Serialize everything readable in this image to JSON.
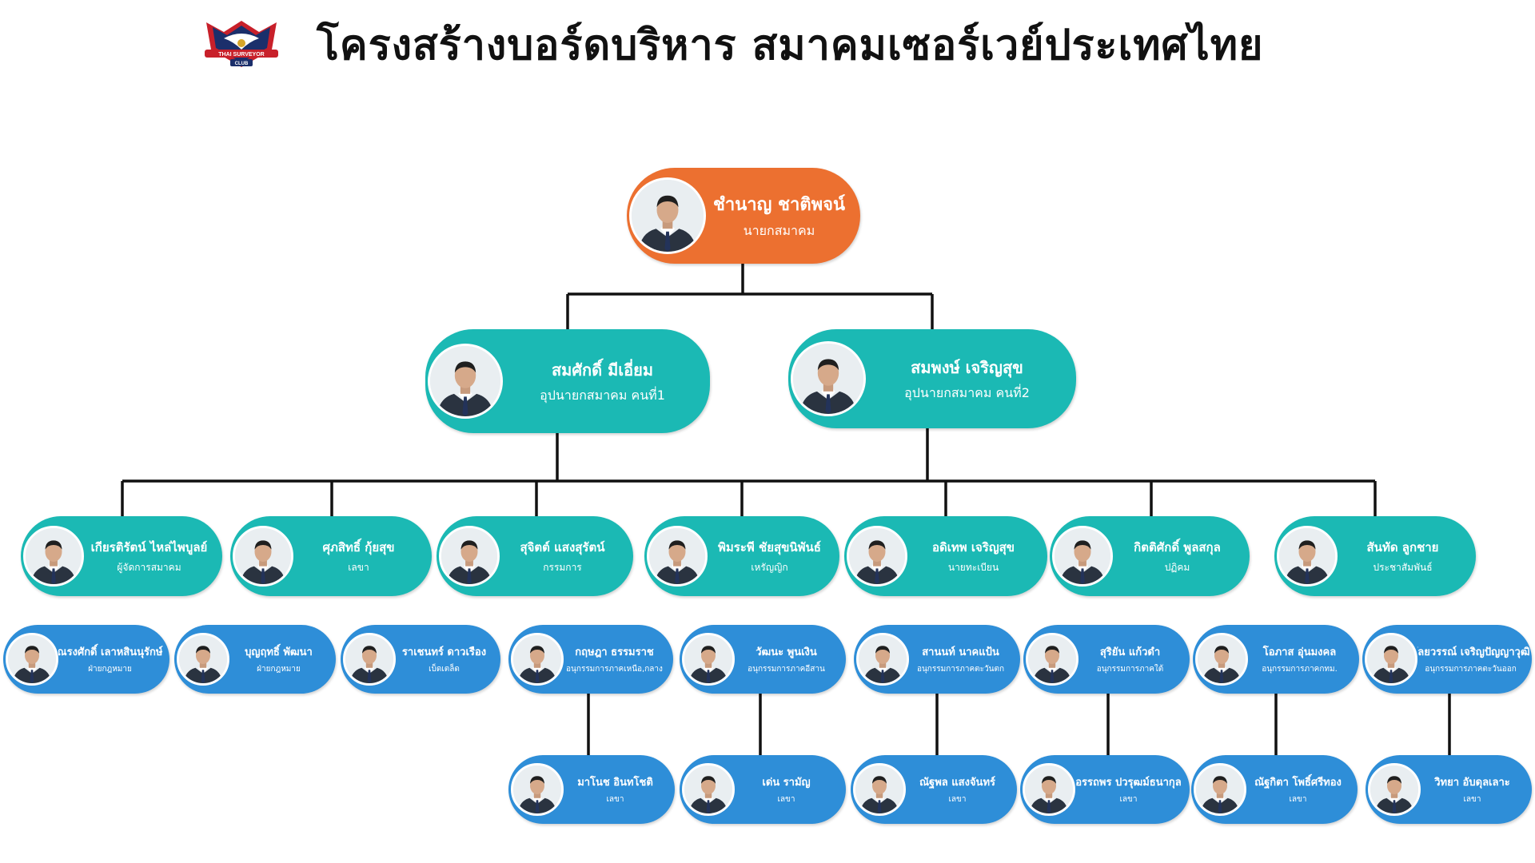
{
  "title": "โครงสร้างบอร์ดบริหาร สมาคมเซอร์เวย์ประเทศไทย",
  "logo": {
    "text_top": "THAI SURVEYOR",
    "text_bottom": "CLUB",
    "colors": {
      "red": "#c8202a",
      "navy": "#1b2f6b",
      "gold": "#d8a62a"
    }
  },
  "colors": {
    "orange": "#ec7030",
    "teal": "#1bb9b4",
    "blue": "#2e8ed8",
    "line": "#111111"
  },
  "president": {
    "name": "ชำนาญ ชาติพจน์",
    "role": "นายกสมาคม"
  },
  "vice": [
    {
      "name": "สมศักดิ์ มีเอี่ยม",
      "role": "อุปนายกสมาคม คนที่1"
    },
    {
      "name": "สมพงษ์ เจริญสุข",
      "role": "อุปนายกสมาคม คนที่2"
    }
  ],
  "committee": [
    {
      "name": "เกียรติรัตน์ ไหล่ไพบูลย์",
      "role": "ผู้จัดการสมาคม"
    },
    {
      "name": "ศุภสิทธิ์ กุ้ยสุข",
      "role": "เลขา"
    },
    {
      "name": "สุจิตต์ แสงสุรัตน์",
      "role": "กรรมการ"
    },
    {
      "name": "พิมระพี ชัยสุขนิพันธ์",
      "role": "เหรัญญิก"
    },
    {
      "name": "อดิเทพ เจริญสุข",
      "role": "นายทะเบียน"
    },
    {
      "name": "กิตติศักดิ์ พูลสกุล",
      "role": "ปฏิคม"
    },
    {
      "name": "สันทัด ลูกชาย",
      "role": "ประชาสัมพันธ์"
    }
  ],
  "subcommittee": [
    {
      "name": "ณรงศักดิ์ เลาหสินนุรักษ์",
      "role": "ฝ่ายกฎหมาย"
    },
    {
      "name": "บุญฤทธิ์ พัฒนา",
      "role": "ฝ่ายกฎหมาย"
    },
    {
      "name": "ราเชนทร์ ดาวเรือง",
      "role": "เบ็ดเตล็ด"
    },
    {
      "name": "กฤษฎา ธรรมราช",
      "role": "อนุกรรมการภาคเหนือ,กลาง"
    },
    {
      "name": "วัฒนะ พูนเงิน",
      "role": "อนุกรรมการภาคอีสาน"
    },
    {
      "name": "สานนท์ นาคแป้น",
      "role": "อนุกรรมการภาคตะวันตก"
    },
    {
      "name": "สุริยัน แก้วดำ",
      "role": "อนุกรรมการภาคใต้"
    },
    {
      "name": "โอภาส อุ่นมงคล",
      "role": "อนุกรรมการภาคกทม."
    },
    {
      "name": "กัลยวรรณ์ เจริญปัญญาวุฒิ",
      "role": "อนุกรรมการภาคตะวันออก"
    }
  ],
  "secretaries": [
    {
      "name": "มาโนช อินทโชติ",
      "role": "เลขา"
    },
    {
      "name": "เด่น รามัญ",
      "role": "เลขา"
    },
    {
      "name": "ณัฐพล แสงจันทร์",
      "role": "เลขา"
    },
    {
      "name": "อรรถพร ปวรุฒม์ธนากุล",
      "role": "เลขา"
    },
    {
      "name": "ณัฐกิตา โพธิ์ศรีทอง",
      "role": "เลขา"
    },
    {
      "name": "วิทยา อับดุลเลาะ",
      "role": "เลขา"
    }
  ]
}
